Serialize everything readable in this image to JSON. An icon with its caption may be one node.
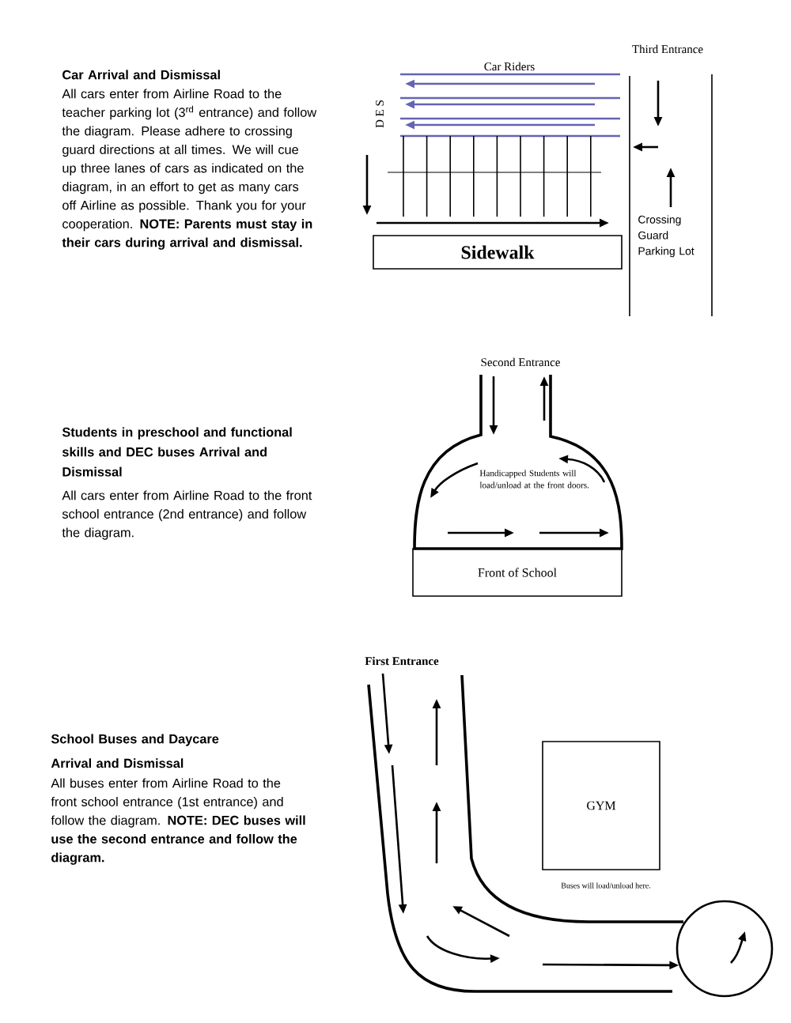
{
  "diagram": {
    "nodes": [
      {
        "text": [
          "Sidewalk"
        ]
      },
      {
        "text": [
          "Front of School"
        ]
      },
      {
        "text": [
          "GYM"
        ],
        "beside": [
          "Buses will load/unload here."
        ]
      },
      {
        "text": [],
        "shape": "circle"
      }
    ],
    "edges": [
      {
        "from": null,
        "to": 3,
        "arrow": "to"
      }
    ],
    "labels": [
      "Third Entrance",
      "Car Arrival and Dismissal",
      "Car Riders",
      "All cars enter from Airline Road to the teacher parking lot (3$^{rd}$ entrance) and follow the diagram. Please adhere to crossing guard directions at all times. We will cue up three lanes of cars as indicated on the diagram, in an effort to get as many cars off Airline as possible. Thank you for your cooperation. **NOTE: Parents must stay in their cars during arrival and dismissal.**",
      "D E S",
      "Crossing Guard Parking Lot",
      "Second Entrance",
      "Students in preschool and functional skills and DEC buses Arrival and Dismissal",
      "All cars enter from Airline Road to the front school entrance (2nd entrance) and follow the diagram.",
      "Handicapped Students will load/unload at the front doors.",
      "First Entrance",
      "School Buses and Daycare Arrival and Dismissal",
      "All buses enter from Airline Road to the front school entrance (1st entrance) and follow the diagram. **NOTE: DEC buses will use the second entrance and follow the diagram.**"
    ]
  }
}
